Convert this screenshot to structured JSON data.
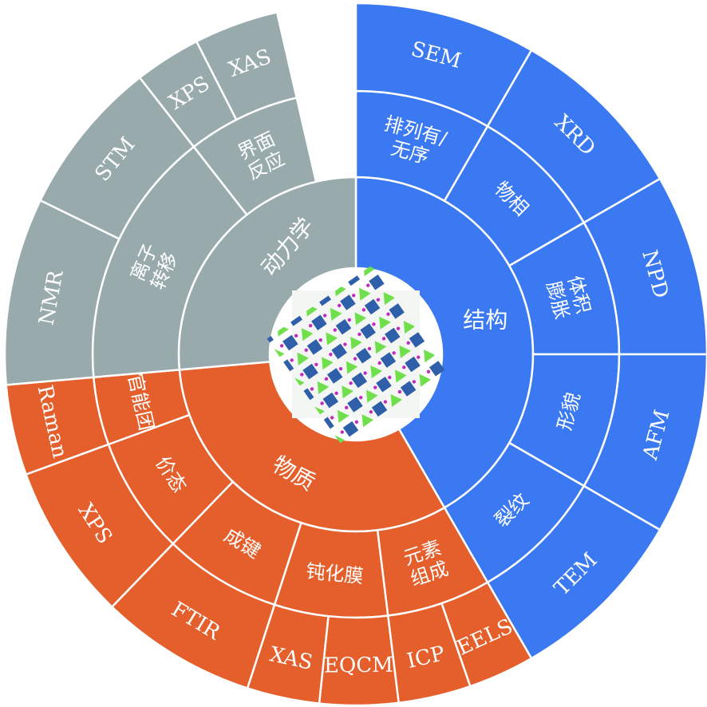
{
  "colors": {
    "structure": "#3a79f1",
    "dynamics": "#98aaab",
    "substance": "#e45f2b",
    "center_ring": "#ffffff"
  },
  "center_image": "crystal-structure-icon",
  "categories": [
    {
      "id": "structure",
      "label": "结构",
      "children": [
        {
          "label": "排列有/无序",
          "lines": [
            "排列有/",
            "无序"
          ],
          "techniques": [
            "SEM"
          ]
        },
        {
          "label": "物相",
          "lines": [
            "物相"
          ],
          "techniques": [
            "XRD"
          ]
        },
        {
          "label": "体积膨胀",
          "lines": [
            "体积",
            "膨胀"
          ],
          "techniques": [
            "NPD"
          ]
        },
        {
          "label": "形貌",
          "lines": [
            "形貌"
          ],
          "techniques": [
            "AFM"
          ]
        },
        {
          "label": "裂纹",
          "lines": [
            "裂纹"
          ],
          "techniques": [
            "TEM"
          ]
        }
      ]
    },
    {
      "id": "substance",
      "label": "物质",
      "children": [
        {
          "label": "元素组成",
          "lines": [
            "元素",
            "组成"
          ],
          "techniques": [
            "EELS",
            "ICP"
          ]
        },
        {
          "label": "钝化膜",
          "lines": [
            "钝化膜"
          ],
          "techniques": [
            "EQCM",
            "XAS"
          ]
        },
        {
          "label": "成键",
          "lines": [
            "成键"
          ],
          "techniques": [
            "FTIR"
          ]
        },
        {
          "label": "价态",
          "lines": [
            "价态"
          ],
          "techniques": [
            "XPS"
          ]
        },
        {
          "label": "官能团",
          "lines": [
            "官能团"
          ],
          "techniques": [
            "Raman"
          ]
        }
      ]
    },
    {
      "id": "dynamics",
      "label": "动力学",
      "children": [
        {
          "label": "离子转移",
          "lines": [
            "离子",
            "转移"
          ],
          "techniques": [
            "NMR",
            "STM"
          ]
        },
        {
          "label": "界面反应",
          "lines": [
            "界面",
            "反应"
          ],
          "techniques": [
            "XPS",
            "XAS"
          ]
        }
      ]
    }
  ]
}
